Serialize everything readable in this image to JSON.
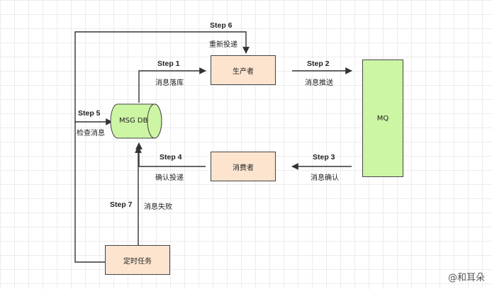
{
  "nodes": {
    "producer": "生产者",
    "consumer": "消费者",
    "mq": "MQ",
    "msgdb": "MSG DB",
    "scheduler": "定时任务"
  },
  "steps": {
    "s1": {
      "step": "Step 1",
      "text": "消息落库"
    },
    "s2": {
      "step": "Step 2",
      "text": "消息推送"
    },
    "s3": {
      "step": "Step 3",
      "text": "消息确认"
    },
    "s4": {
      "step": "Step 4",
      "text": "确认投递"
    },
    "s5": {
      "step": "Step 5",
      "text": "检查消息"
    },
    "s6": {
      "step": "Step 6",
      "text": "重新投递"
    },
    "s7": {
      "step": "Step 7",
      "text": "消息失败"
    }
  },
  "watermark": "@和耳朵",
  "colors": {
    "box_fill": "#fde4cf",
    "mq_fill": "#ccf5a4",
    "line": "#333333"
  }
}
